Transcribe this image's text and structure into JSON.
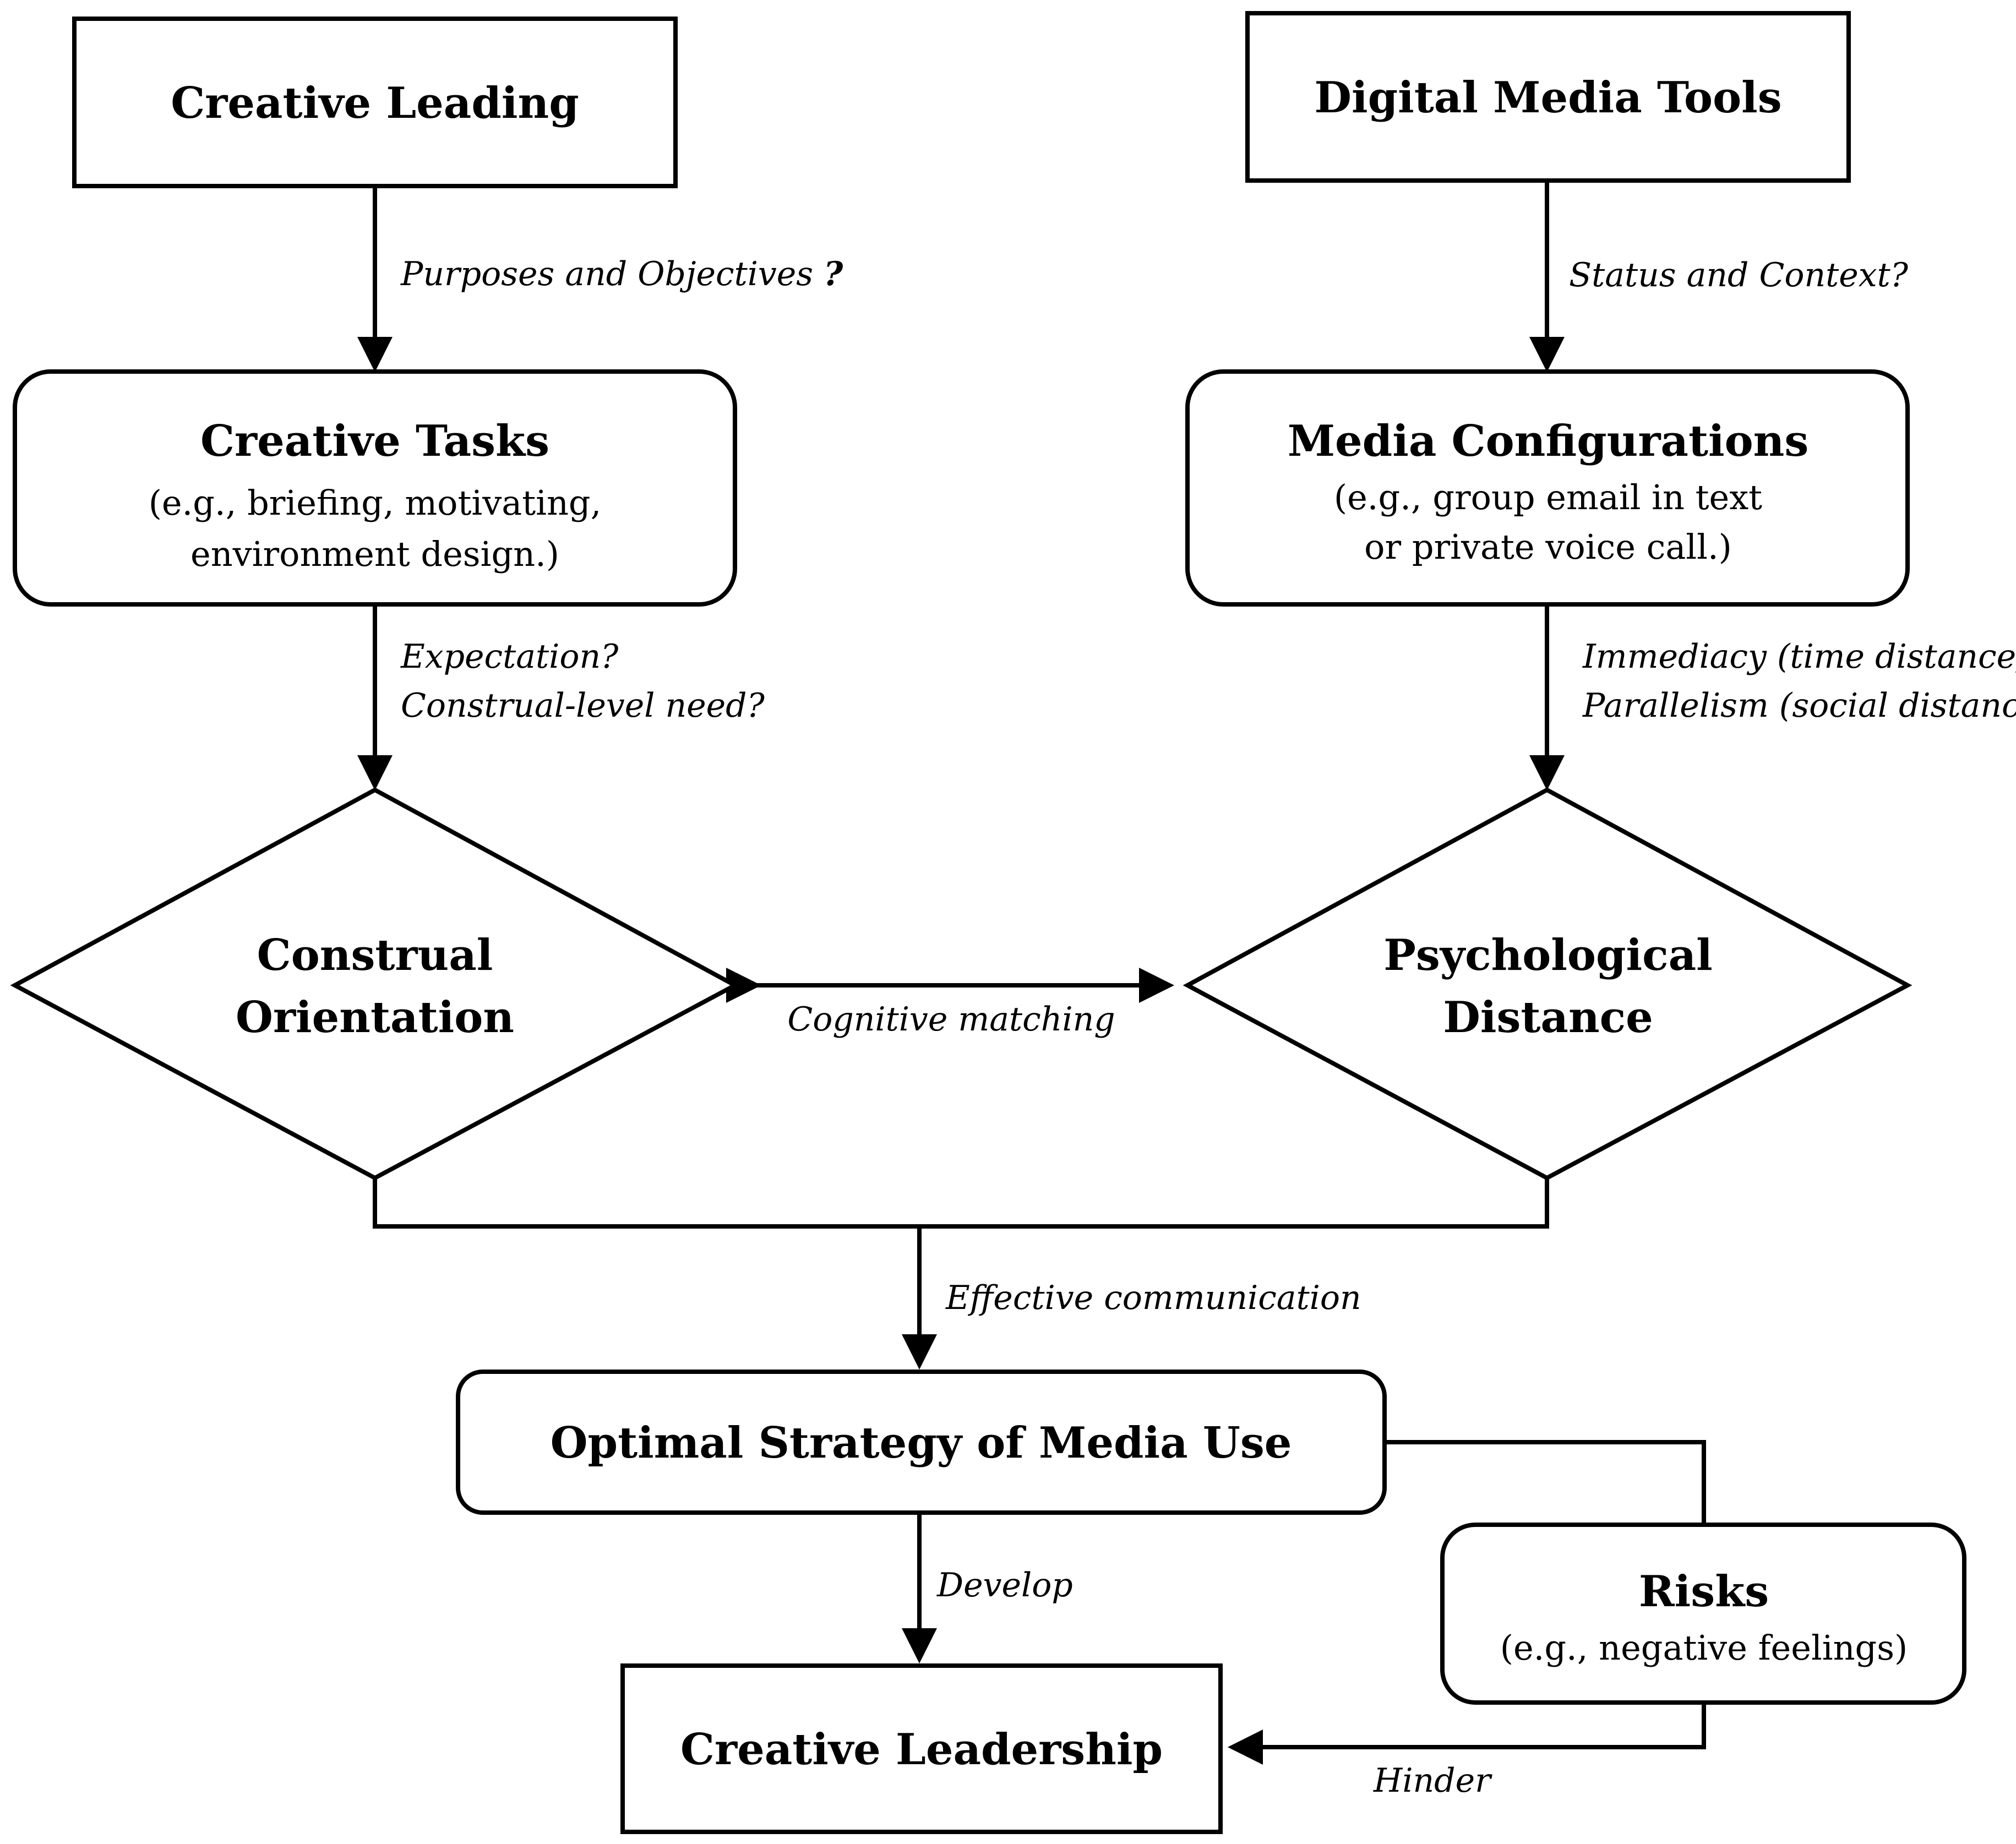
{
  "nodes": {
    "creative_leading": {
      "title": "Creative Leading"
    },
    "digital_media_tools": {
      "title": "Digital Media Tools"
    },
    "creative_tasks": {
      "title": "Creative Tasks",
      "lines": [
        "(e.g., briefing, motivating,",
        "environment design.)"
      ]
    },
    "media_configurations": {
      "title": "Media Configurations",
      "lines": [
        "(e.g., group email in text",
        "or private voice call.)"
      ]
    },
    "construal_orientation": {
      "lines": [
        "Construal",
        "Orientation"
      ]
    },
    "psychological_distance": {
      "lines": [
        "Psychological",
        "Distance"
      ]
    },
    "optimal_strategy": {
      "title": "Optimal Strategy of Media Use"
    },
    "risks": {
      "title": "Risks",
      "lines": [
        "(e.g., negative feelings)"
      ]
    },
    "creative_leadership": {
      "title": "Creative Leadership"
    }
  },
  "edges": {
    "purposes": {
      "text": "Purposes and Objectives",
      "mark": "?"
    },
    "status_context": {
      "text": "Status and Context?"
    },
    "expectation": {
      "lines": [
        "Expectation?",
        "Construal-level need?"
      ]
    },
    "immediacy": {
      "lines": [
        "Immediacy (time distance)?",
        "Parallelism (social distance)?"
      ]
    },
    "cognitive_matching": {
      "text": "Cognitive matching"
    },
    "effective_communication": {
      "text": "Effective communication"
    },
    "develop": {
      "text": "Develop"
    },
    "hinder": {
      "text": "Hinder"
    }
  }
}
